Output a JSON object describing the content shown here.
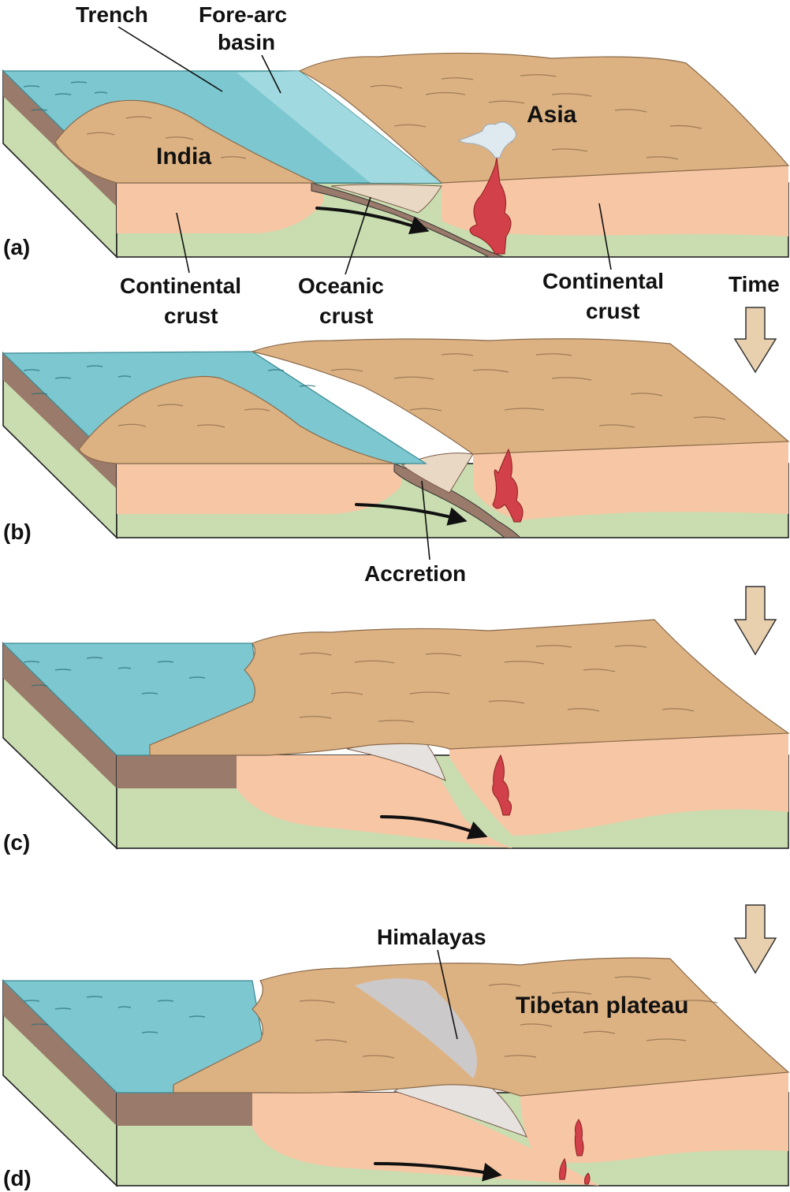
{
  "colors": {
    "ocean_top": "#7cc7d0",
    "ocean_light": "#a9dde2",
    "land_top": "#ddb283",
    "crust": "#f7c6a5",
    "mantle": "#c9ddb0",
    "oceanic_crust": "#9a7a6a",
    "magma": "#d2404a",
    "accretion": "#e8d8c4",
    "himalaya_ice": "#c9ccd8",
    "arrow_fill": "#e8cfae"
  },
  "labels": {
    "trench": "Trench",
    "fore_arc_1": "Fore-arc",
    "fore_arc_2": "basin",
    "asia": "Asia",
    "india": "India",
    "cont_crust_left_1": "Continental",
    "cont_crust_left_2": "crust",
    "oceanic_1": "Oceanic",
    "oceanic_2": "crust",
    "cont_crust_right_1": "Continental",
    "cont_crust_right_2": "crust",
    "time": "Time",
    "accretion": "Accretion",
    "himalayas": "Himalayas",
    "tibetan_plateau": "Tibetan plateau"
  },
  "panels": [
    {
      "id": "(a)"
    },
    {
      "id": "(b)"
    },
    {
      "id": "(c)"
    },
    {
      "id": "(d)"
    }
  ]
}
